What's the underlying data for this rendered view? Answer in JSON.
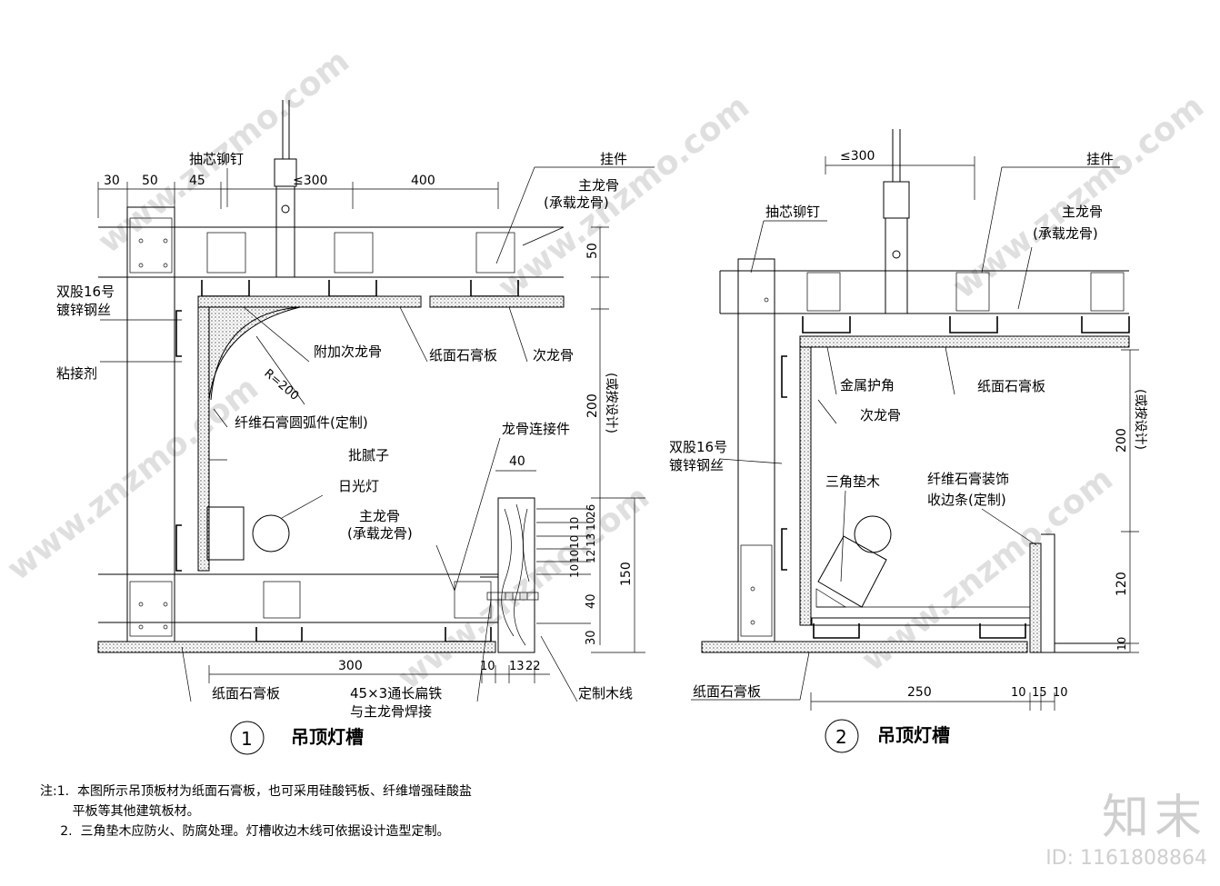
{
  "detail1": {
    "number": "1",
    "title": "吊顶灯槽",
    "labels": {
      "rivet": "抽芯铆钉",
      "hanger": "挂件",
      "main_keel": "主龙骨",
      "main_keel_note": "(承载龙骨)",
      "steel_wire_1": "双股16号",
      "steel_wire_2": "镀锌钢丝",
      "adhesive": "粘接剂",
      "extra_sub_keel": "附加次龙骨",
      "gypsum_board": "纸面石膏板",
      "sub_keel": "次龙骨",
      "radius": "R=200",
      "arc_piece": "纤维石膏圆弧件(定制)",
      "putty": "批腻子",
      "keel_connector": "龙骨连接件",
      "fluorescent": "日光灯",
      "main_keel_2": "主龙骨",
      "main_keel_note_2": "(承载龙骨)",
      "bottom_board": "纸面石膏板",
      "flat_iron_1": "45×3通长扁铁",
      "flat_iron_2": "与主龙骨焊接",
      "wood_trim": "定制木线",
      "by_design": "(或按设计)"
    },
    "dims": {
      "top": [
        "30",
        "50",
        "45",
        "≤300",
        "400"
      ],
      "right_top": "50",
      "right_mid": "200",
      "trim_width": "40",
      "trim_stack": [
        "26",
        "10",
        "10",
        "13",
        "10",
        "10",
        "12",
        "10",
        "40",
        "30"
      ],
      "trim_total": "150",
      "bottom": [
        "300",
        "10",
        "13",
        "22"
      ]
    }
  },
  "detail2": {
    "number": "2",
    "title": "吊顶灯槽",
    "labels": {
      "hanger": "挂件",
      "rivet": "抽芯铆钉",
      "main_keel": "主龙骨",
      "main_keel_note": "(承载龙骨)",
      "metal_corner": "金属护角",
      "gypsum_board": "纸面石膏板",
      "sub_keel": "次龙骨",
      "steel_wire_1": "双股16号",
      "steel_wire_2": "镀锌钢丝",
      "wedge_wood": "三角垫木",
      "edge_trim_1": "纤维石膏装饰",
      "edge_trim_2": "收边条(定制)",
      "bottom_board": "纸面石膏板",
      "by_design": "(或按设计)"
    },
    "dims": {
      "top": "≤300",
      "right_mid": "200",
      "right_low": "120",
      "right_bottom": "10",
      "bottom": [
        "250",
        "10",
        "15",
        "10"
      ]
    }
  },
  "notes": [
    "注:1.  本图所示吊顶板材为纸面石膏板，也可采用硅酸钙板、纤维增强硅酸盐",
    "        平板等其他建筑板材。",
    "     2.  三角垫木应防火、防腐处理。灯槽收边木线可依据设计造型定制。"
  ],
  "watermark": {
    "text": "www.znzmo.com",
    "logo": "知末",
    "id": "ID: 1161808864"
  },
  "colors": {
    "line": "#000000",
    "watermark": "#dcdcdc"
  }
}
